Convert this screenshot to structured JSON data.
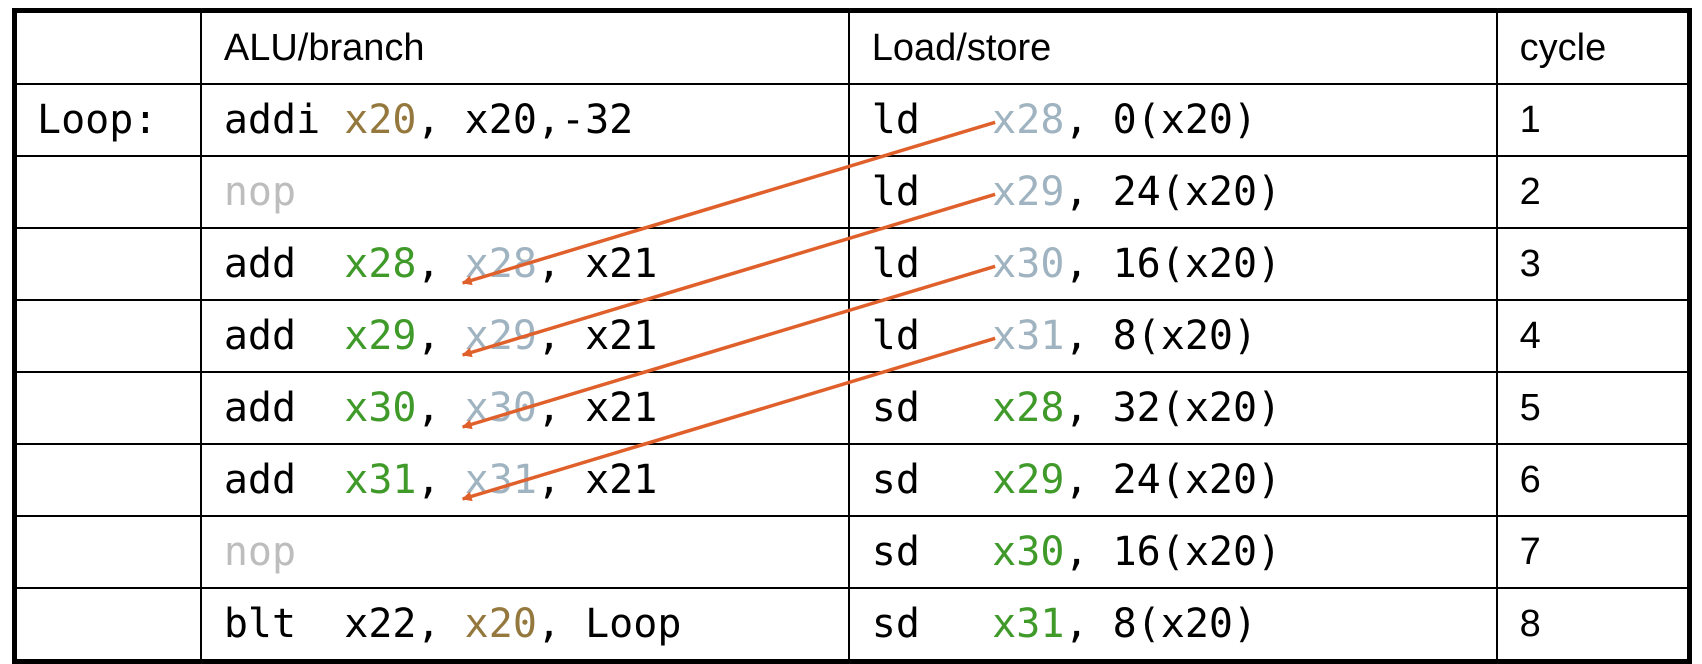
{
  "colors": {
    "text": "#000000",
    "nop": "#bdbdbd",
    "def_ld": "#9fb3c0",
    "def_add": "#3f9a2a",
    "addr_reg": "#94783e",
    "arrow": "#e0602c"
  },
  "header": {
    "label": "",
    "alu": "ALU/branch",
    "ls": "Load/store",
    "cycle": "cycle"
  },
  "rows": [
    {
      "label": "Loop:",
      "alu": [
        {
          "t": "addi "
        },
        {
          "t": "x20",
          "c": "addr_reg"
        },
        {
          "t": ", x20,-32"
        }
      ],
      "ls": [
        {
          "t": "ld   "
        },
        {
          "t": "x28",
          "c": "def_ld"
        },
        {
          "t": ", 0(x20)"
        }
      ],
      "cycle": "1"
    },
    {
      "label": "",
      "alu": [
        {
          "t": "nop",
          "c": "nop"
        }
      ],
      "ls": [
        {
          "t": "ld   "
        },
        {
          "t": "x29",
          "c": "def_ld"
        },
        {
          "t": ", 24(x20)"
        }
      ],
      "cycle": "2"
    },
    {
      "label": "",
      "alu": [
        {
          "t": "add  "
        },
        {
          "t": "x28",
          "c": "def_add"
        },
        {
          "t": ", "
        },
        {
          "t": "x28",
          "c": "def_ld"
        },
        {
          "t": ", x21"
        }
      ],
      "ls": [
        {
          "t": "ld   "
        },
        {
          "t": "x30",
          "c": "def_ld"
        },
        {
          "t": ", 16(x20)"
        }
      ],
      "cycle": "3"
    },
    {
      "label": "",
      "alu": [
        {
          "t": "add  "
        },
        {
          "t": "x29",
          "c": "def_add"
        },
        {
          "t": ", "
        },
        {
          "t": "x29",
          "c": "def_ld"
        },
        {
          "t": ", x21"
        }
      ],
      "ls": [
        {
          "t": "ld   "
        },
        {
          "t": "x31",
          "c": "def_ld"
        },
        {
          "t": ", 8(x20)"
        }
      ],
      "cycle": "4"
    },
    {
      "label": "",
      "alu": [
        {
          "t": "add  "
        },
        {
          "t": "x30",
          "c": "def_add"
        },
        {
          "t": ", "
        },
        {
          "t": "x30",
          "c": "def_ld"
        },
        {
          "t": ", x21"
        }
      ],
      "ls": [
        {
          "t": "sd   "
        },
        {
          "t": "x28",
          "c": "def_add"
        },
        {
          "t": ", 32(x20)"
        }
      ],
      "cycle": "5"
    },
    {
      "label": "",
      "alu": [
        {
          "t": "add  "
        },
        {
          "t": "x31",
          "c": "def_add"
        },
        {
          "t": ", "
        },
        {
          "t": "x31",
          "c": "def_ld"
        },
        {
          "t": ", x21"
        }
      ],
      "ls": [
        {
          "t": "sd   "
        },
        {
          "t": "x29",
          "c": "def_add"
        },
        {
          "t": ", 24(x20)"
        }
      ],
      "cycle": "6"
    },
    {
      "label": "",
      "alu": [
        {
          "t": "nop",
          "c": "nop"
        }
      ],
      "ls": [
        {
          "t": "sd   "
        },
        {
          "t": "x30",
          "c": "def_add"
        },
        {
          "t": ", 16(x20)"
        }
      ],
      "cycle": "7"
    },
    {
      "label": "",
      "alu": [
        {
          "t": "blt  x22, "
        },
        {
          "t": "x20",
          "c": "addr_reg"
        },
        {
          "t": ", Loop"
        }
      ],
      "ls": [
        {
          "t": "sd   "
        },
        {
          "t": "x31",
          "c": "def_add"
        },
        {
          "t": ", 8(x20)"
        }
      ],
      "cycle": "8"
    }
  ],
  "dependencies": [
    {
      "from_cycle": "1",
      "to_cycle": "3",
      "register": "x28"
    },
    {
      "from_cycle": "2",
      "to_cycle": "4",
      "register": "x29"
    },
    {
      "from_cycle": "3",
      "to_cycle": "5",
      "register": "x30"
    },
    {
      "from_cycle": "4",
      "to_cycle": "6",
      "register": "x31"
    }
  ]
}
